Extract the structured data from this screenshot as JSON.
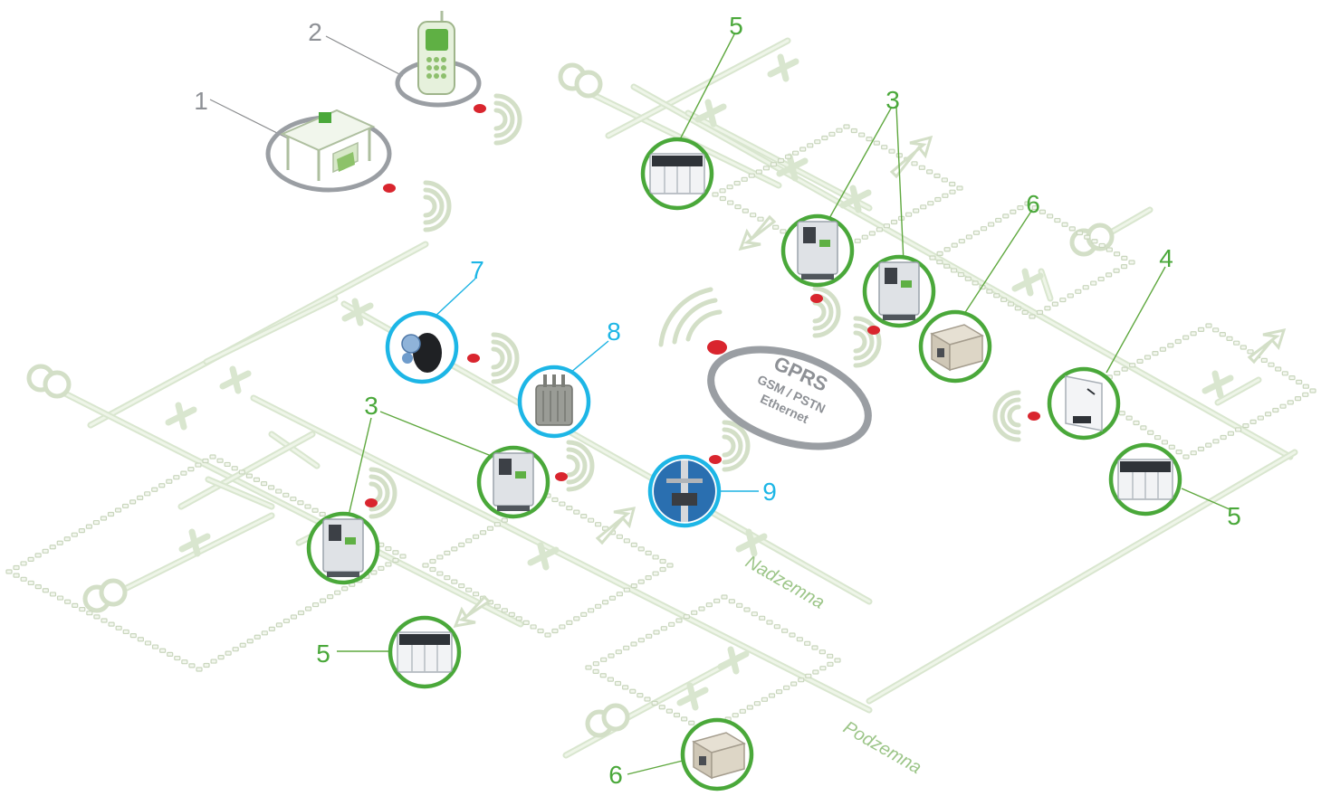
{
  "labels": {
    "office": "1",
    "mobile": "2",
    "rtu_3": "3",
    "rtu_4": "4",
    "rmu_5": "5",
    "substation_6": "6",
    "sensor_7": "7",
    "transformer_8": "8",
    "pole_9": "9"
  },
  "network": {
    "overhead": "Nadzemna",
    "underground": "Podzemna"
  },
  "comm_hub": {
    "line1": "GPRS",
    "line2": "GSM / PSTN",
    "line3": "Ethernet"
  },
  "colors": {
    "green": "#4aa83a",
    "blue": "#1db6e6",
    "grey": "#9a9ea3",
    "signal_red": "#d9252e",
    "network": "#d9e6cf"
  }
}
